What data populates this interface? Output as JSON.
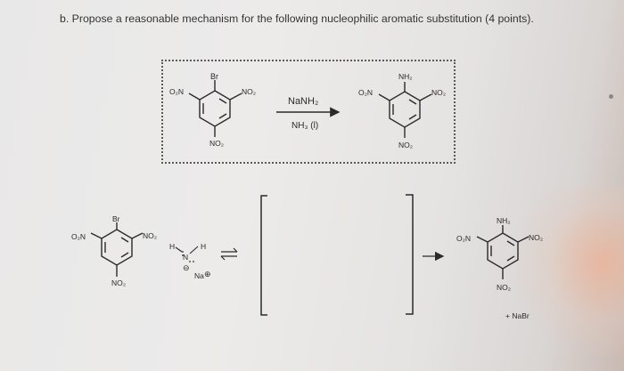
{
  "question": {
    "text": "b. Propose a reasonable mechanism for the following nucleophilic aromatic substitution (4 points)."
  },
  "reaction": {
    "reagent_top": "NaNH₂",
    "reagent_bottom": "NH₃ (l)",
    "reactant": {
      "top": "Br",
      "left": "O₂N",
      "right": "NO₂",
      "bottom": "NO₂"
    },
    "product": {
      "top": "NH₂",
      "left": "O₂N",
      "right": "NO₂",
      "bottom": "NO₂"
    }
  },
  "mechanism": {
    "reactant": {
      "top": "Br",
      "left": "O₂N",
      "right": "NO₂",
      "bottom": "NO₂"
    },
    "nucleophile": {
      "h_left": "H",
      "h_right": "H",
      "n": "N",
      "minus": "⊖",
      "na": "Na",
      "plus": "⊕"
    },
    "product": {
      "top": "NH₂",
      "left": "O₂N",
      "right": "NO₂",
      "bottom": "NO₂"
    },
    "byproduct": "+ NaBr"
  }
}
